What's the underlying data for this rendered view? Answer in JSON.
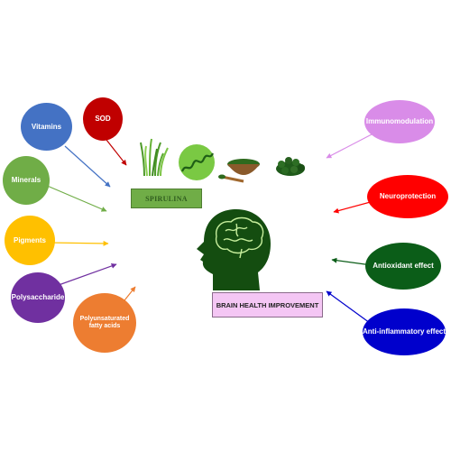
{
  "nodes": {
    "vitamins": {
      "label": "Vitamins",
      "color": "#4472c4"
    },
    "sod": {
      "label": "SOD",
      "color": "#c00000"
    },
    "minerals": {
      "label": "Minerals",
      "color": "#70ad47"
    },
    "pigments": {
      "label": "Pigments",
      "color": "#ffc000"
    },
    "polysaccharide": {
      "label": "Polysaccharide",
      "color": "#7030a0"
    },
    "pufa": {
      "label": "Polyunsaturated fatty acids",
      "color": "#ed7d31"
    },
    "immunomodulation": {
      "label": "Immunomodulation",
      "color": "#d98ce8"
    },
    "neuroprotection": {
      "label": "Neuroprotection",
      "color": "#ff0000"
    },
    "antioxidant": {
      "label": "Antioxidant effect",
      "color": "#0b5d18"
    },
    "anti_inflammatory": {
      "label": "Anti-inflammatory effect",
      "color": "#0000cc"
    }
  },
  "spirulina_label": "SPIRULINA",
  "brain_label": "BRAIN HEALTH IMPROVEMENT",
  "colors": {
    "spirulina_box": "#70ad47",
    "brain_box": "#f4c6f4",
    "head": "#144d10",
    "brain_lines": "#c6ee9c"
  },
  "icons": [
    "spirulina-grass-icon",
    "spirulina-slice-icon",
    "spirulina-bowl-icon",
    "spirulina-tablets-icon",
    "head-brain-icon"
  ]
}
